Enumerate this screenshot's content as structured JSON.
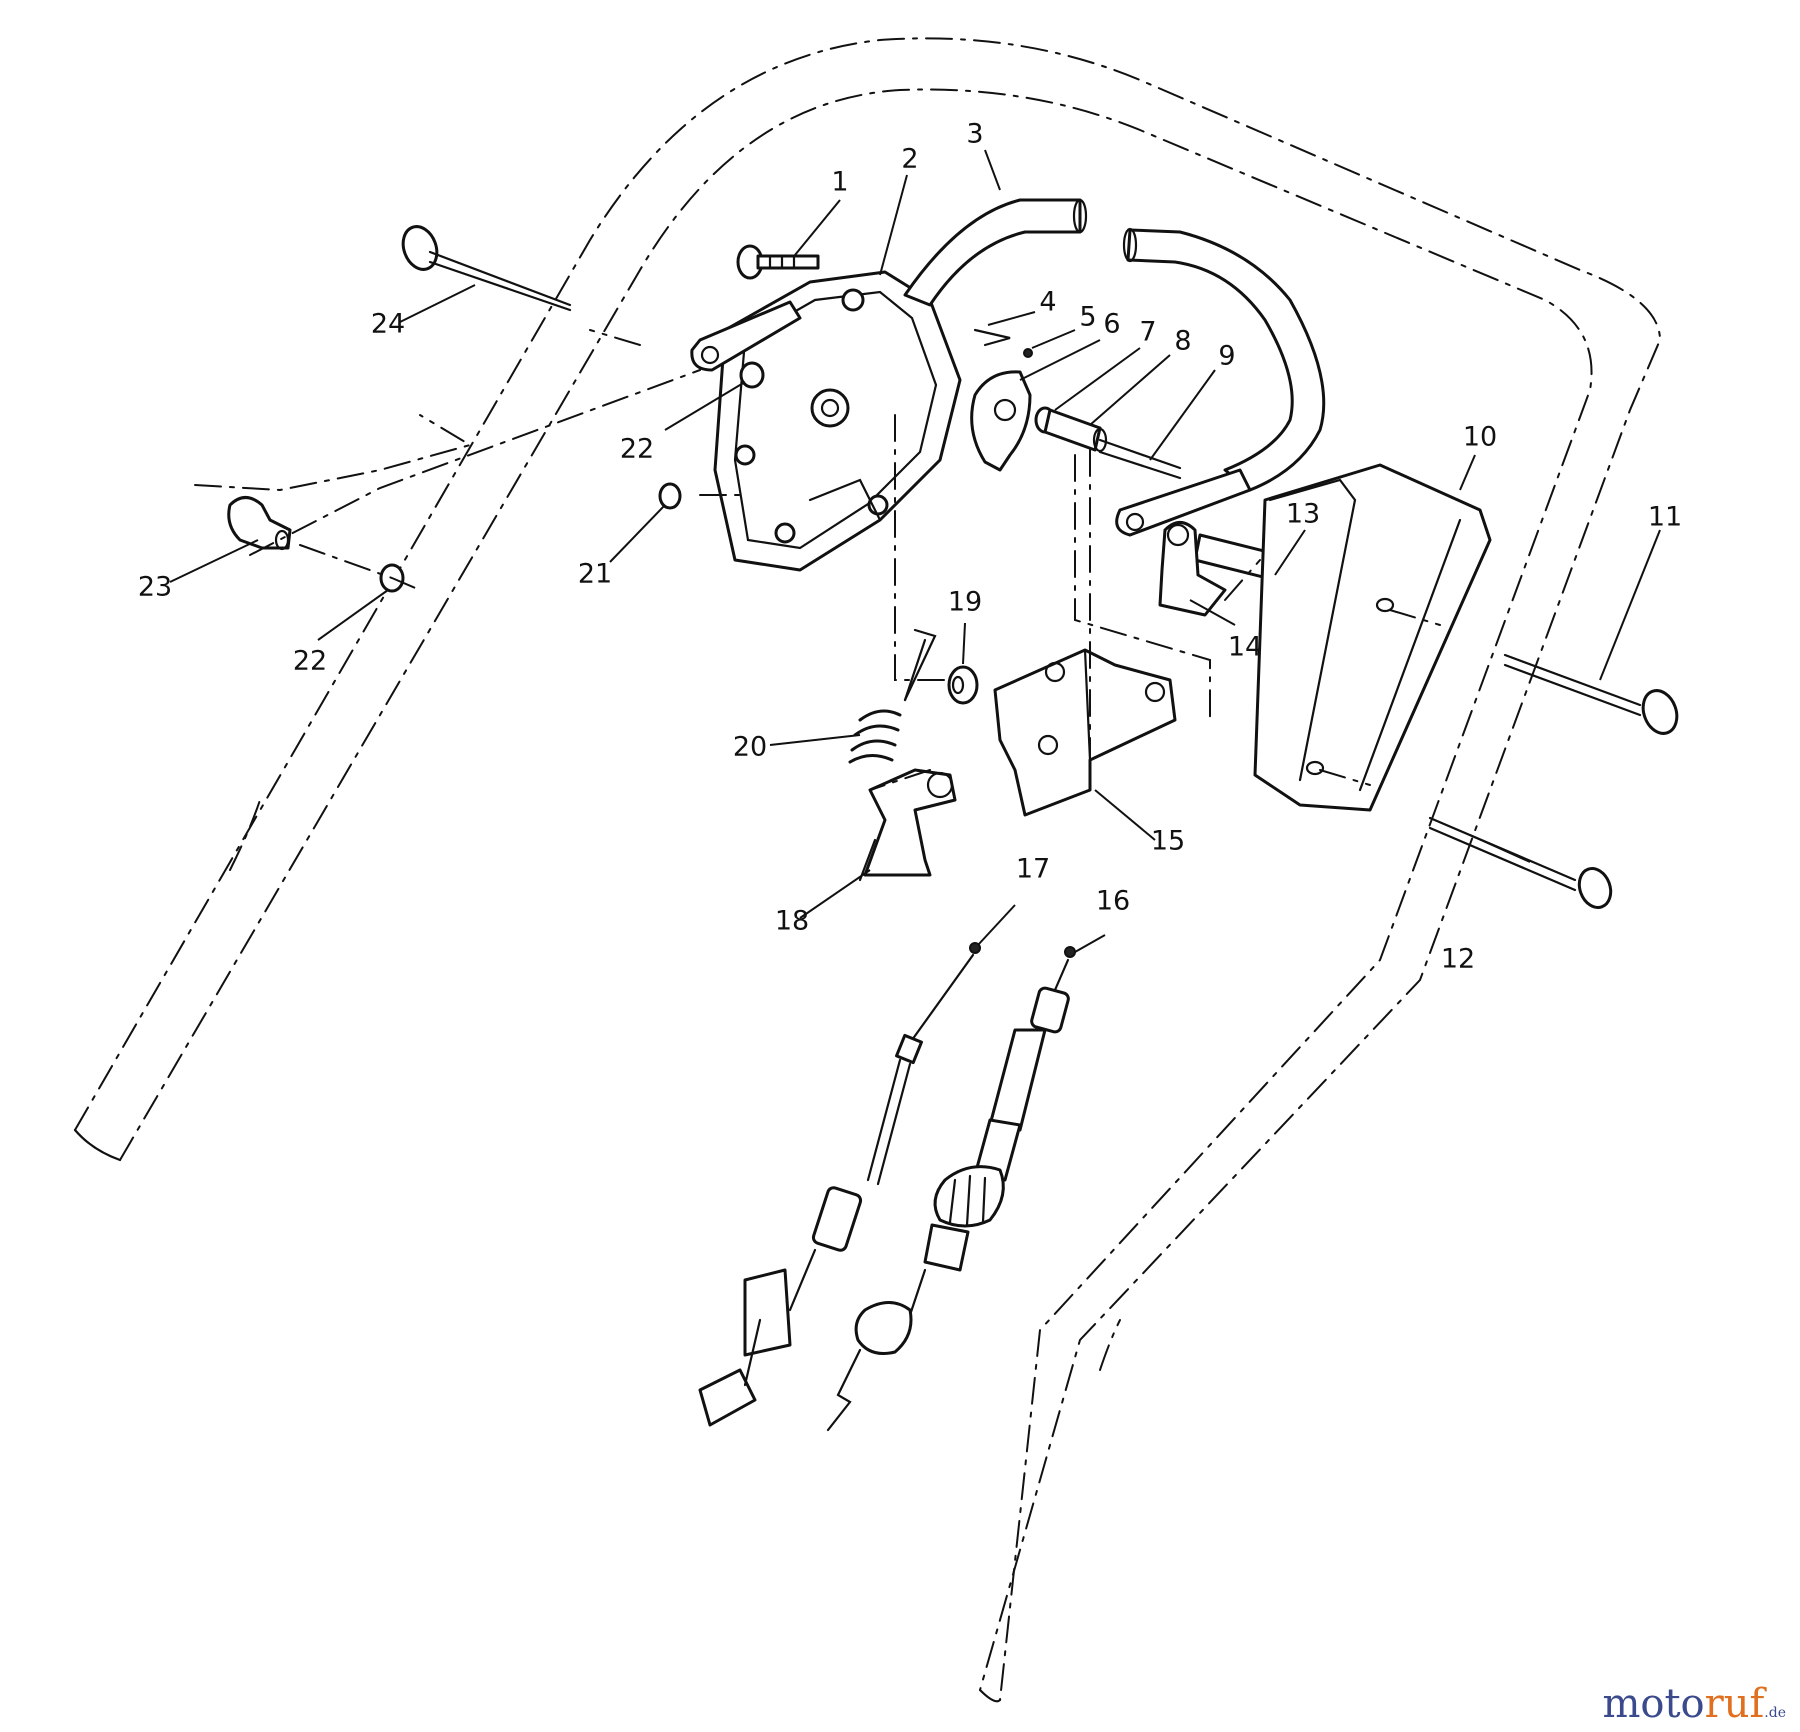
{
  "diagram": {
    "callouts": [
      {
        "id": "1",
        "label": "1"
      },
      {
        "id": "2",
        "label": "2"
      },
      {
        "id": "3",
        "label": "3"
      },
      {
        "id": "4",
        "label": "4"
      },
      {
        "id": "5",
        "label": "5"
      },
      {
        "id": "6",
        "label": "6"
      },
      {
        "id": "7",
        "label": "7"
      },
      {
        "id": "8",
        "label": "8"
      },
      {
        "id": "9",
        "label": "9"
      },
      {
        "id": "10",
        "label": "10"
      },
      {
        "id": "11",
        "label": "11"
      },
      {
        "id": "12",
        "label": "12"
      },
      {
        "id": "13",
        "label": "13"
      },
      {
        "id": "14",
        "label": "14"
      },
      {
        "id": "15",
        "label": "15"
      },
      {
        "id": "16",
        "label": "16"
      },
      {
        "id": "17",
        "label": "17"
      },
      {
        "id": "18",
        "label": "18"
      },
      {
        "id": "19",
        "label": "19"
      },
      {
        "id": "20",
        "label": "20"
      },
      {
        "id": "21",
        "label": "21"
      },
      {
        "id": "22a",
        "label": "22"
      },
      {
        "id": "22b",
        "label": "22"
      },
      {
        "id": "23",
        "label": "23"
      },
      {
        "id": "24",
        "label": "24"
      }
    ]
  },
  "watermark": {
    "part1": "moto",
    "part2": "ruf",
    "part3": ".de"
  },
  "colors": {
    "line": "#111111",
    "watermark_blue": "#3a4a8c",
    "watermark_orange": "#e0701f"
  }
}
